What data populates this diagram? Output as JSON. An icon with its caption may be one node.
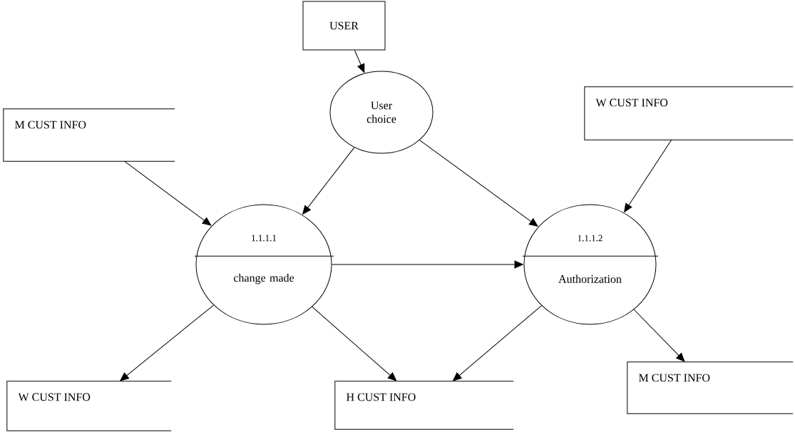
{
  "diagram": {
    "nodes": [
      {
        "text": [
          "USER"
        ]
      },
      {
        "text": [
          "User choice"
        ]
      },
      {
        "text": [
          "M CUST INFO"
        ]
      },
      {
        "text": [
          "W CUST INFO"
        ]
      },
      {
        "text": [
          "1.1.1.1",
          "change made"
        ]
      },
      {
        "text": [
          "1.1.1.2",
          "Authorization"
        ]
      },
      {
        "text": [
          "W CUST INFO"
        ]
      },
      {
        "text": [
          "H CUST INFO"
        ]
      },
      {
        "text": [
          "M CUST INFO"
        ]
      }
    ],
    "edges": [
      {
        "from": 0,
        "to": 1,
        "arrow": "to"
      },
      {
        "from": 1,
        "to": 4,
        "arrow": "to"
      },
      {
        "from": 1,
        "to": 5,
        "arrow": "to"
      },
      {
        "from": 2,
        "to": 4,
        "arrow": "to"
      },
      {
        "from": 3,
        "to": 5,
        "arrow": "to"
      },
      {
        "from": 4,
        "to": 5,
        "arrow": "to"
      },
      {
        "from": 4,
        "to": 6,
        "arrow": "to"
      },
      {
        "from": 4,
        "to": 7,
        "arrow": "to"
      },
      {
        "from": 5,
        "to": 7,
        "arrow": "to"
      },
      {
        "from": 5,
        "to": 8,
        "arrow": "to"
      }
    ]
  }
}
